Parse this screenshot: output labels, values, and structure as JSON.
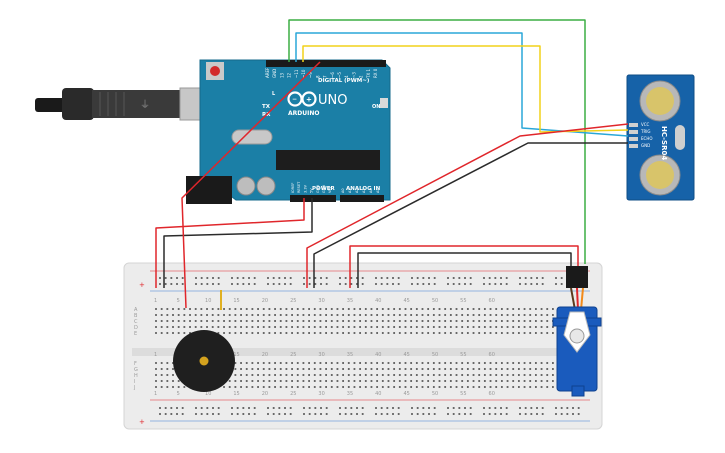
{
  "board": {
    "brand": "ARDUINO",
    "model": "UNO",
    "digital_label": "DIGITAL (PWM~)",
    "power_label": "POWER",
    "analog_label": "ANALOG IN",
    "tx_label": "TX",
    "rx_label": "RX",
    "on_label": "ON",
    "l_label": "L",
    "digital_pins": [
      "AREF",
      "GND",
      "13",
      "12",
      "~11",
      "~10",
      "~9",
      "8",
      "7",
      "~6",
      "~5",
      "4",
      "~3",
      "2",
      "TX 1",
      "RX 0"
    ],
    "power_pins": [
      "IOREF",
      "RESET",
      "3.3V",
      "5V",
      "GND",
      "GND",
      "VIN"
    ],
    "analog_pins": [
      "A0",
      "A1",
      "A2",
      "A3",
      "A4",
      "A5"
    ]
  },
  "sensor": {
    "name": "HC-SR04",
    "pins": [
      "VCC",
      "TRIG",
      "ECHO",
      "GND"
    ]
  },
  "breadboard": {
    "column_numbers": [
      "1",
      "5",
      "10",
      "15",
      "20",
      "25",
      "30",
      "35",
      "40",
      "45",
      "50",
      "55",
      "60"
    ],
    "row_letters_top": [
      "A",
      "B",
      "C",
      "D",
      "E"
    ],
    "row_letters_bottom": [
      "F",
      "G",
      "H",
      "I",
      "J"
    ]
  },
  "wire_colors": {
    "red": "#e0262b",
    "black": "#2b2b2b",
    "green": "#3bad44",
    "blue": "#2aa7d8",
    "yellow": "#f2d21a"
  },
  "colors": {
    "arduino": "#1b7fa6",
    "sensor": "#1662a8",
    "servo": "#1a5bbd",
    "breadboard": "#ececec"
  }
}
